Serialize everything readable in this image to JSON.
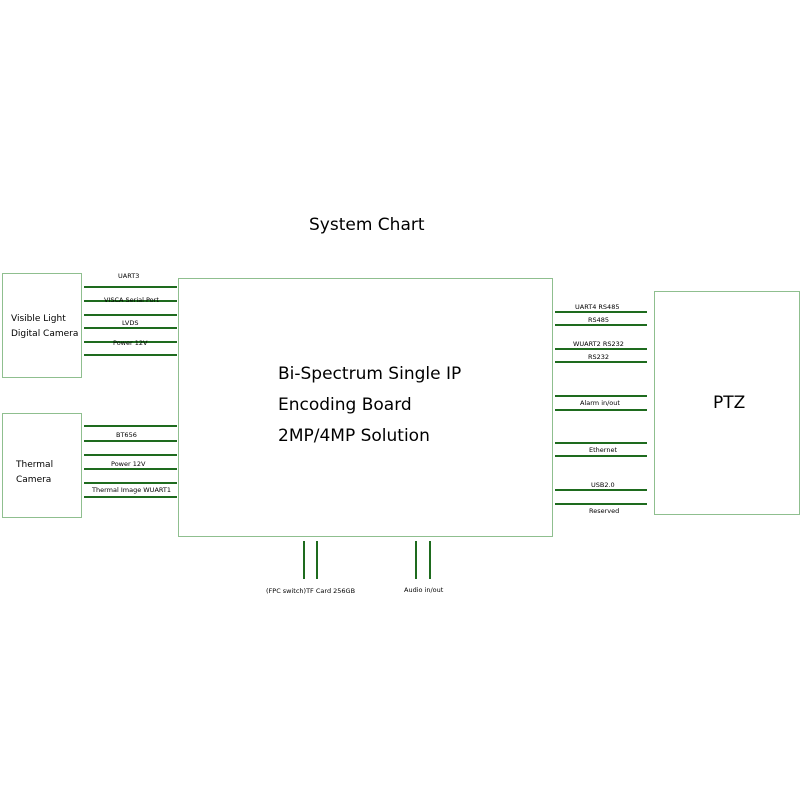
{
  "title": "System Chart",
  "visible_camera": {
    "line1": "Visible Light",
    "line2": "Digital Camera"
  },
  "thermal_camera": {
    "line1": "Thermal",
    "line2": "Camera"
  },
  "board": {
    "line1": "Bi-Spectrum Single IP",
    "line2": "Encoding Board",
    "line3": "2MP/4MP Solution"
  },
  "ptz": "PTZ",
  "visible_links": [
    "UART3",
    "VISCA Serial Port",
    "LVDS",
    "Power 12V"
  ],
  "thermal_links": [
    "BT656",
    "Power 12V",
    "Thermal Image WUART1"
  ],
  "ptz_links": [
    "UART4 RS485",
    "RS485",
    "WUART2 RS232",
    "RS232",
    "Alarm in/out",
    "Ethernet",
    "USB2.0",
    "Reserved"
  ],
  "bottom_links": {
    "tf_card": "(FPC switch)TF Card 256GB",
    "audio": "Audio in/out"
  }
}
